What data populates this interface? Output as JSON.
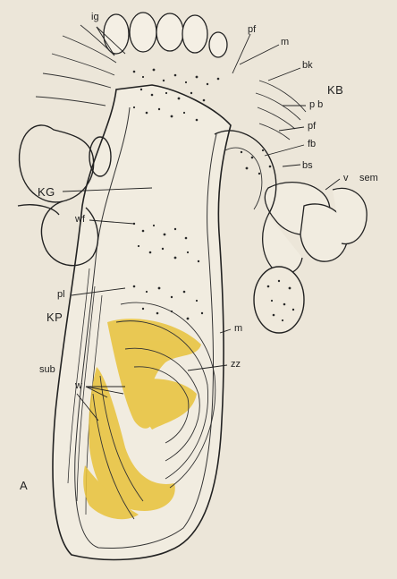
{
  "figure": {
    "panel_letter": "A",
    "labels": {
      "ig": "ig",
      "pf_top": "pf",
      "m_top": "m",
      "bk": "bk",
      "KB": "KB",
      "pb": "p b",
      "pf_right": "pf",
      "fb": "fb",
      "bs": "bs",
      "v": "v",
      "sem": "sem",
      "KG": "KG",
      "wf": "wf",
      "pl": "pl",
      "KP": "KP",
      "m_mid": "m",
      "zz": "zz",
      "sub": "sub",
      "w": "w"
    },
    "colors": {
      "ink": "#222222",
      "paper": "#ece6d9",
      "yolk_yellow": "#e8c23a"
    }
  }
}
